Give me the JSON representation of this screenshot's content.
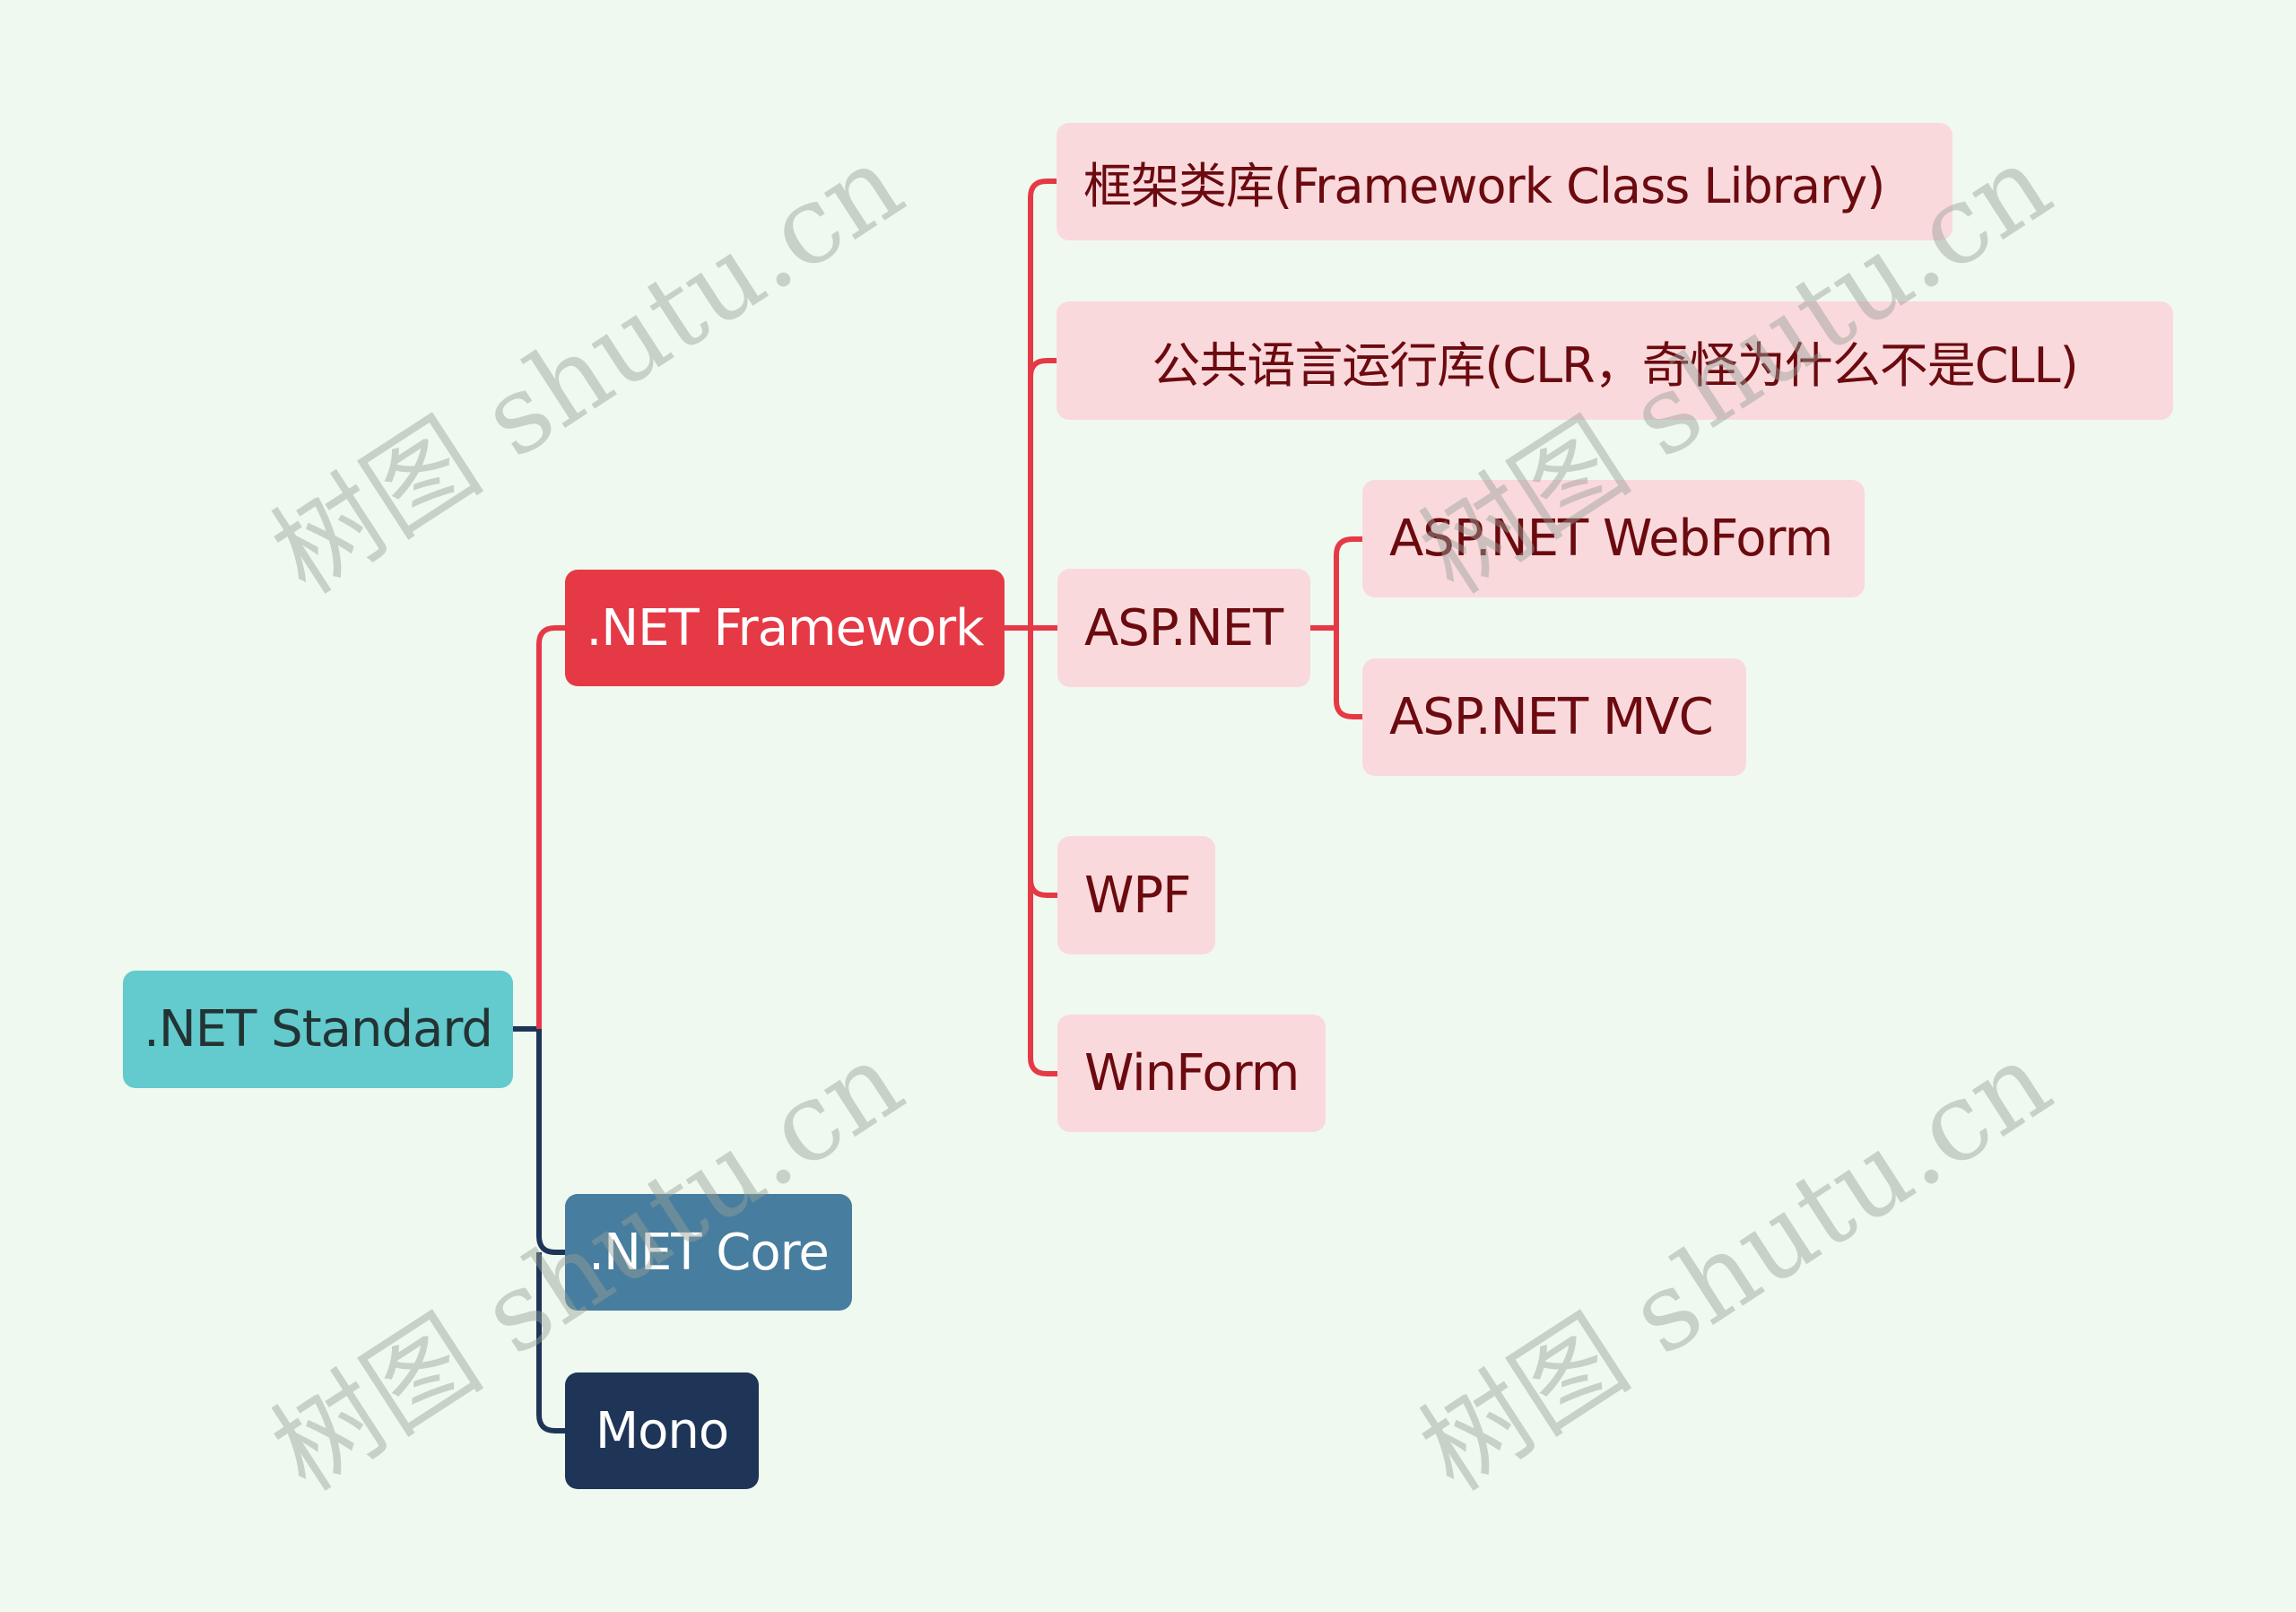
{
  "mindmap": {
    "root": {
      "label": ".NET Standard",
      "color": "#63cace"
    },
    "branches": [
      {
        "label": ".NET Framework",
        "color": "#e63946",
        "children": [
          {
            "label": "框架类库(Framework Class Library)"
          },
          {
            "label": "公共语言运行库(CLR，奇怪为什么不是CLL)"
          },
          {
            "label": "ASP.NET",
            "children": [
              {
                "label": "ASP.NET WebForm"
              },
              {
                "label": "ASP.NET MVC"
              }
            ]
          },
          {
            "label": "WPF"
          },
          {
            "label": "WinForm"
          }
        ]
      },
      {
        "label": ".NET Core",
        "color": "#477d9e"
      },
      {
        "label": "Mono",
        "color": "#1e3558"
      }
    ]
  },
  "colors": {
    "background": "#f0f9ef",
    "leaf_fill": "#fad9dc",
    "leaf_text": "#6b0a0f",
    "red_connector": "#e63946",
    "navy_connector": "#1e3558"
  },
  "watermark": {
    "text": "树图 shutu.cn"
  }
}
